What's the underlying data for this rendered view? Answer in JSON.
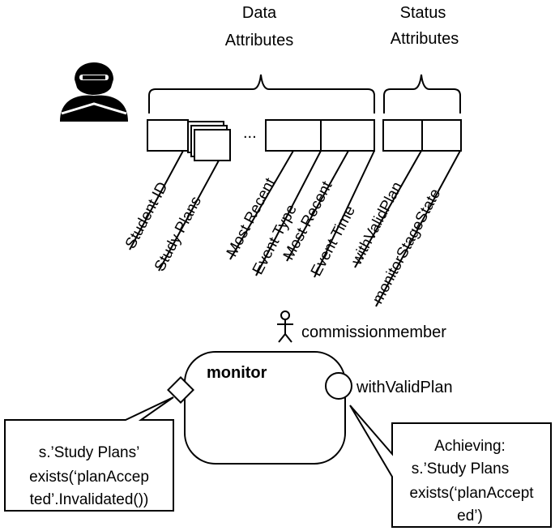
{
  "headers": {
    "data": [
      "Data",
      "Attributes"
    ],
    "status": [
      "Status",
      "Attributes"
    ]
  },
  "ellipsis": "...",
  "attributes": [
    "Student ID",
    "Study Plans",
    "Most Recent",
    "Event Type",
    "Most Recent",
    "Event Time",
    "withValidPlan",
    "monitorStageState"
  ],
  "actor": "commissionmember",
  "state": {
    "title": "monitor",
    "port_label": "withValidPlan"
  },
  "left_note": [
    "s.’Study Plans’",
    "exists(‘planAccep",
    "ted’.Invalidated())"
  ],
  "right_note": [
    "Achieving:",
    "s.’Study Plans",
    "exists(‘planAccept",
    "ed’)"
  ],
  "icons": {
    "student": "student-reading-icon",
    "actor": "stick-figure-icon"
  }
}
